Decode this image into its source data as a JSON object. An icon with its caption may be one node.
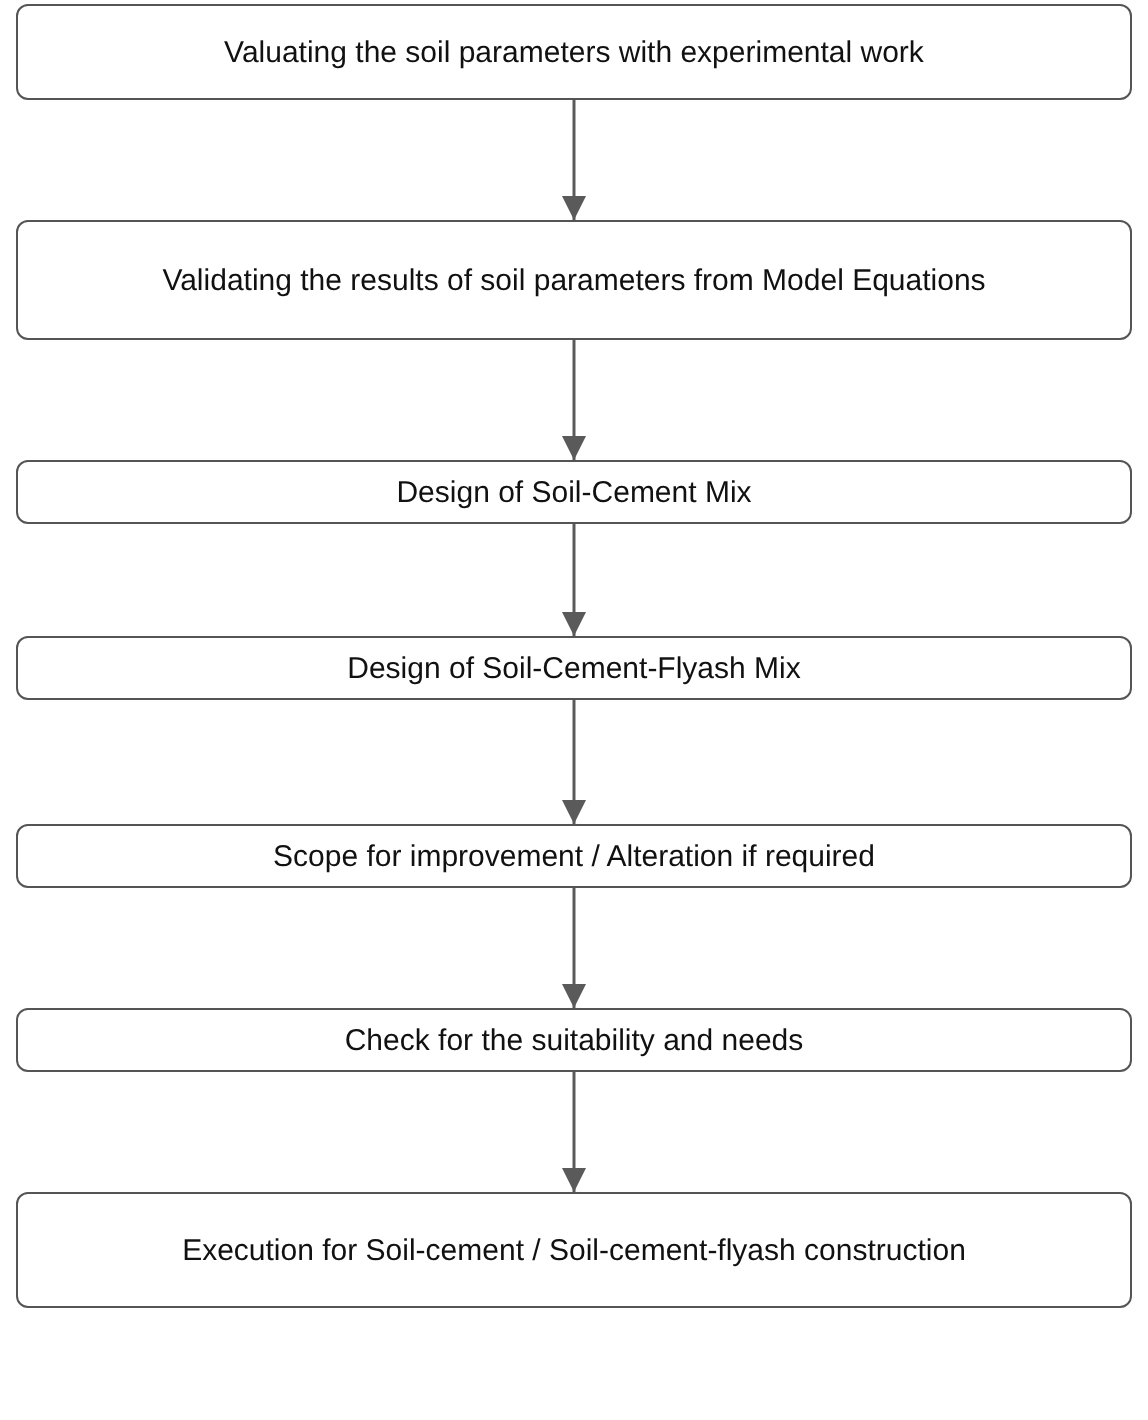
{
  "diagram": {
    "nodes": [
      {
        "text": [
          "Valuating the soil parameters with experimental work"
        ]
      },
      {
        "text": [
          "Validating the results of soil parameters from Model Equations"
        ]
      },
      {
        "text": [
          "Design of Soil-Cement Mix"
        ]
      },
      {
        "text": [
          "Design of Soil-Cement-Flyash Mix"
        ]
      },
      {
        "text": [
          "Scope for improvement / Alteration if required"
        ]
      },
      {
        "text": [
          "Check for the suitability and needs"
        ]
      },
      {
        "text": [
          "Execution for Soil-cement / Soil-cement-flyash construction"
        ]
      }
    ],
    "edges": [
      {
        "from": 0,
        "to": 1,
        "arrow": "to"
      },
      {
        "from": 1,
        "to": 2,
        "arrow": "to"
      },
      {
        "from": 2,
        "to": 3,
        "arrow": "to"
      },
      {
        "from": 3,
        "to": 4,
        "arrow": "to"
      },
      {
        "from": 4,
        "to": 5,
        "arrow": "to"
      },
      {
        "from": 5,
        "to": 6,
        "arrow": "to"
      }
    ]
  }
}
